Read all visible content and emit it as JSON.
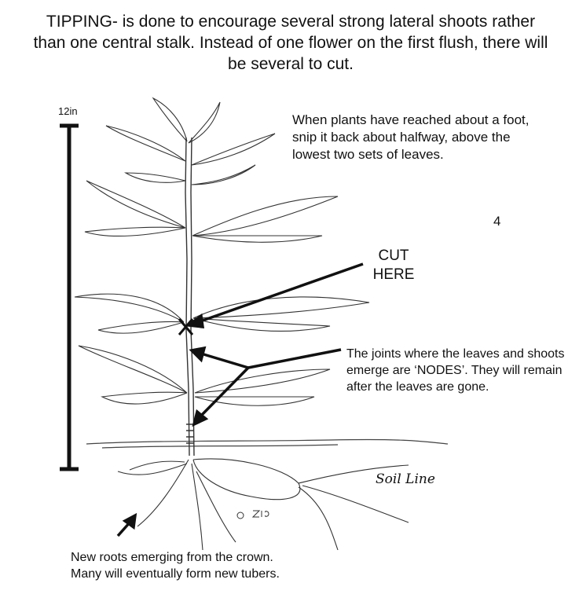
{
  "title": "TIPPING- is done to encourage several strong lateral shoots rather than one central stalk. Instead of one flower on the first flush, there will be several to cut.",
  "ruler_label": "12in",
  "instruction": "When plants have reached about a foot, snip it back about halfway, above the lowest two sets of leaves.",
  "page_number": "4",
  "cut_label": "CUT HERE",
  "nodes_text": "The joints where the leaves and shoots emerge are ‘NODES’. They will remain after the leaves are gone.",
  "soil_label": "Soil Line",
  "roots_text": "New roots emerging from the crown. Many will eventually form new tubers."
}
